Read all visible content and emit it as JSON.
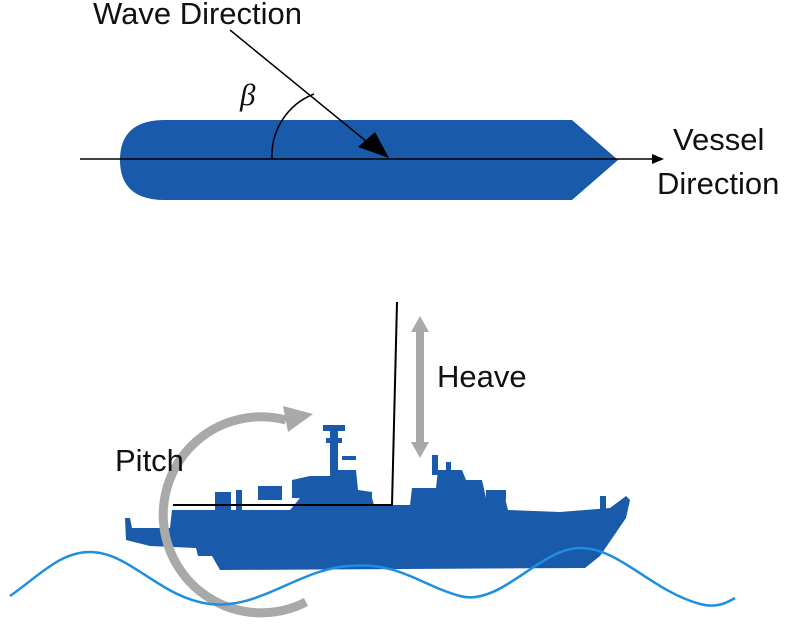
{
  "labels": {
    "wave_direction": "Wave Direction",
    "beta": "β",
    "vessel_direction_line1": "Vessel",
    "vessel_direction_line2": "Direction",
    "heave": "Heave",
    "pitch": "Pitch"
  },
  "colors": {
    "hull": "#1a5aab",
    "wave": "#1c8fe0",
    "motion_arrow": "#a9a9a9",
    "line": "#000000"
  }
}
